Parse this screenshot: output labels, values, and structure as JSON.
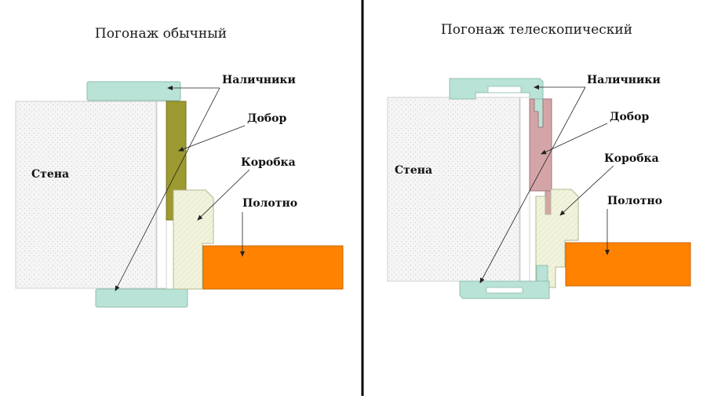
{
  "left_panel": {
    "title": "Погонаж обычный",
    "labels": {
      "wall": "Стена",
      "casings": "Наличники",
      "extension": "Добор",
      "frame": "Коробка",
      "door_leaf": "Полотно"
    }
  },
  "right_panel": {
    "title": "Погонаж телескопический",
    "labels": {
      "wall": "Стена",
      "casings": "Наличники",
      "extension": "Добор",
      "frame": "Коробка",
      "door_leaf": "Полотно"
    }
  },
  "colors": {
    "casing": "#b9e3d6",
    "extension_regular": "#9c9a30",
    "extension_telescopic": "#d4a5a8",
    "frame": "#f0f2dc",
    "door_leaf": "#ff8200",
    "wall_fill": "#f4f4f4",
    "divider": "#000000"
  }
}
